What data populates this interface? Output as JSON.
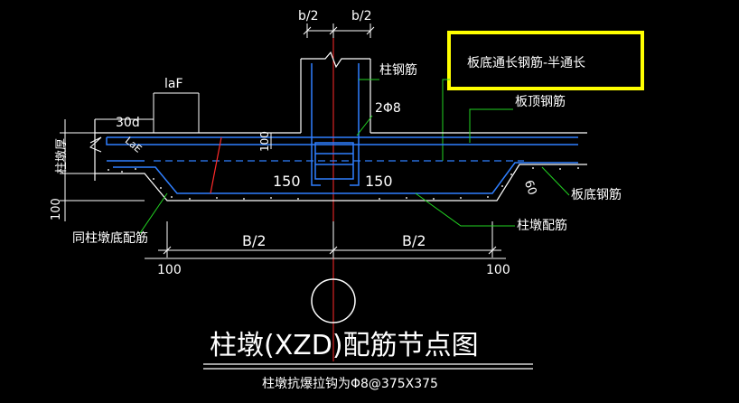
{
  "colors": {
    "background": "#000000",
    "rebar": "#2f7fff",
    "leader": "#22d422",
    "text": "#ffffff",
    "dim": "#ffffff",
    "highlight_box": "#ffff00",
    "centerline": "#ff2a2a",
    "concrete_dots": "#d8d8d8"
  },
  "labels": {
    "b_half_left": "b/2",
    "b_half_right": "b/2",
    "column_rebar": "柱钢筋",
    "highlight_note": "板底通长钢筋-半通长",
    "laF": "laF",
    "dim_30d": "30d",
    "two_phi8": "2Φ8",
    "slab_top_rebar": "板顶钢筋",
    "dim_100_mid": "100",
    "dim_150_left": "150",
    "dim_150_right": "150",
    "slab_thickness": "柱墩厚",
    "dim_100_left": "100",
    "same_as_pier_bottom": "同柱墩底配筋",
    "dim_B_half_left": "B/2",
    "dim_B_half_right": "B/2",
    "dim_100_bottom_left": "100",
    "dim_100_bottom_right": "100",
    "slab_bottom_rebar": "板底钢筋",
    "pier_rebar": "柱墩配筋",
    "angle_60": "60",
    "dim_LaE": "LaE",
    "title": "柱墩(XZD)配筋节点图",
    "subtitle": "柱墩抗爆拉钩为Φ8@375X375"
  }
}
